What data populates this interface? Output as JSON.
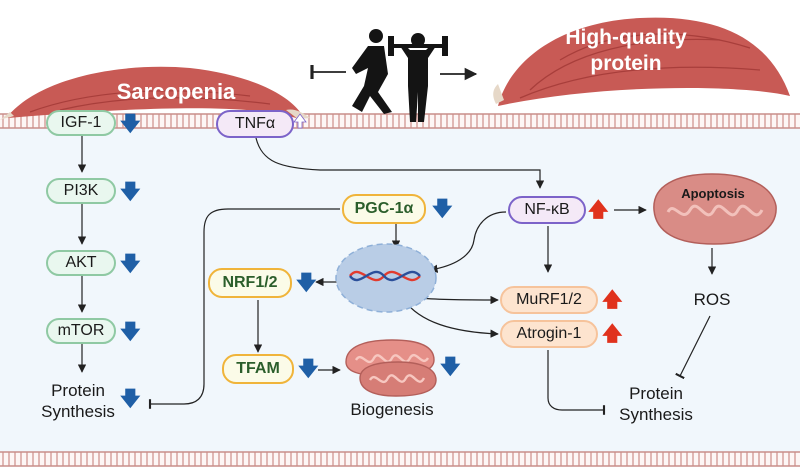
{
  "titles": {
    "left_muscle": "Sarcopenia",
    "right_muscle_line1": "High-quality",
    "right_muscle_line2": "protein"
  },
  "nodes": {
    "igf1": "IGF-1",
    "tnfa": "TNFα",
    "pi3k": "PI3K",
    "akt": "AKT",
    "mtor": "mTOR",
    "protein_synthesis_left_line1": "Protein",
    "protein_synthesis_left_line2": "Synthesis",
    "pgc1a": "PGC-1α",
    "nfkb": "NF-κB",
    "apoptosis": "Apoptosis",
    "nrf12": "NRF1/2",
    "murf12": "MuRF1/2",
    "atrogin1": "Atrogin-1",
    "ros": "ROS",
    "tfam": "TFAM",
    "biogenesis": "Biogenesis",
    "protein_synthesis_right_line1": "Protein",
    "protein_synthesis_right_line2": "Synthesis"
  },
  "indicators": {
    "down_glyph": "🡇",
    "up_glyph": "🡅"
  },
  "colors": {
    "muscle": "#c85a55",
    "muscle_dark": "#a83e3b",
    "tendon": "#e6d8c8",
    "membrane": "#d8a7a4",
    "cell_background": "#f1f7fc",
    "down_arrow": "#1f5fa6",
    "up_arrow": "#e0321d",
    "node_green_border": "#8fc9a3",
    "node_yellow_border": "#f0b43a",
    "node_purple_border": "#7c63c9",
    "node_orange_fill": "#fde4cf",
    "nucleus": "#b9cde6"
  },
  "icons": [
    "exercise-figures-icon",
    "mitochondrion-icon",
    "dna-helix-icon",
    "muscle-icon"
  ]
}
